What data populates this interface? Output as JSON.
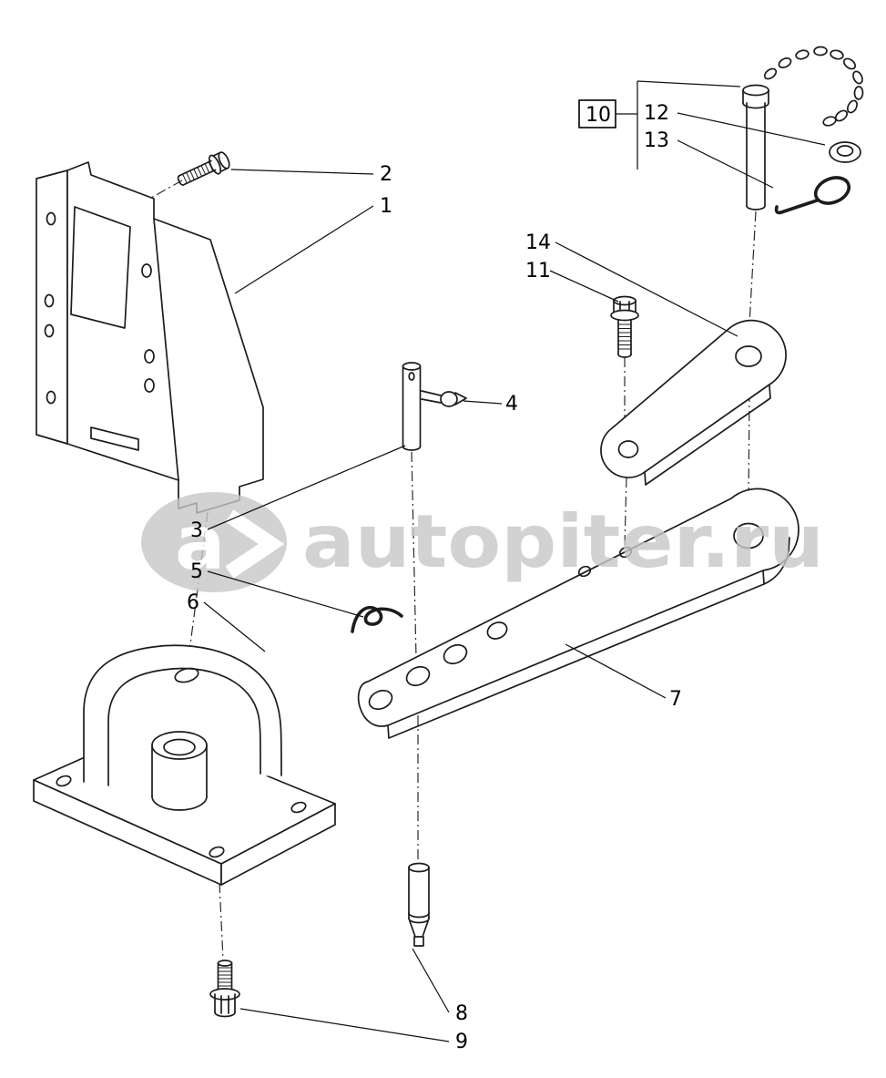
{
  "colors": {
    "line": "#1c1c1c",
    "watermark": "#c8c8c8",
    "background": "#ffffff"
  },
  "watermark": {
    "text": "autopiter.ru",
    "logo_letter": "a"
  },
  "labels": {
    "p1": "1",
    "p2": "2",
    "p3": "3",
    "p4": "4",
    "p5": "5",
    "p6": "6",
    "p7": "7",
    "p8": "8",
    "p9": "9",
    "p10": "10",
    "p11": "11",
    "p12": "12",
    "p13": "13",
    "p14": "14"
  }
}
